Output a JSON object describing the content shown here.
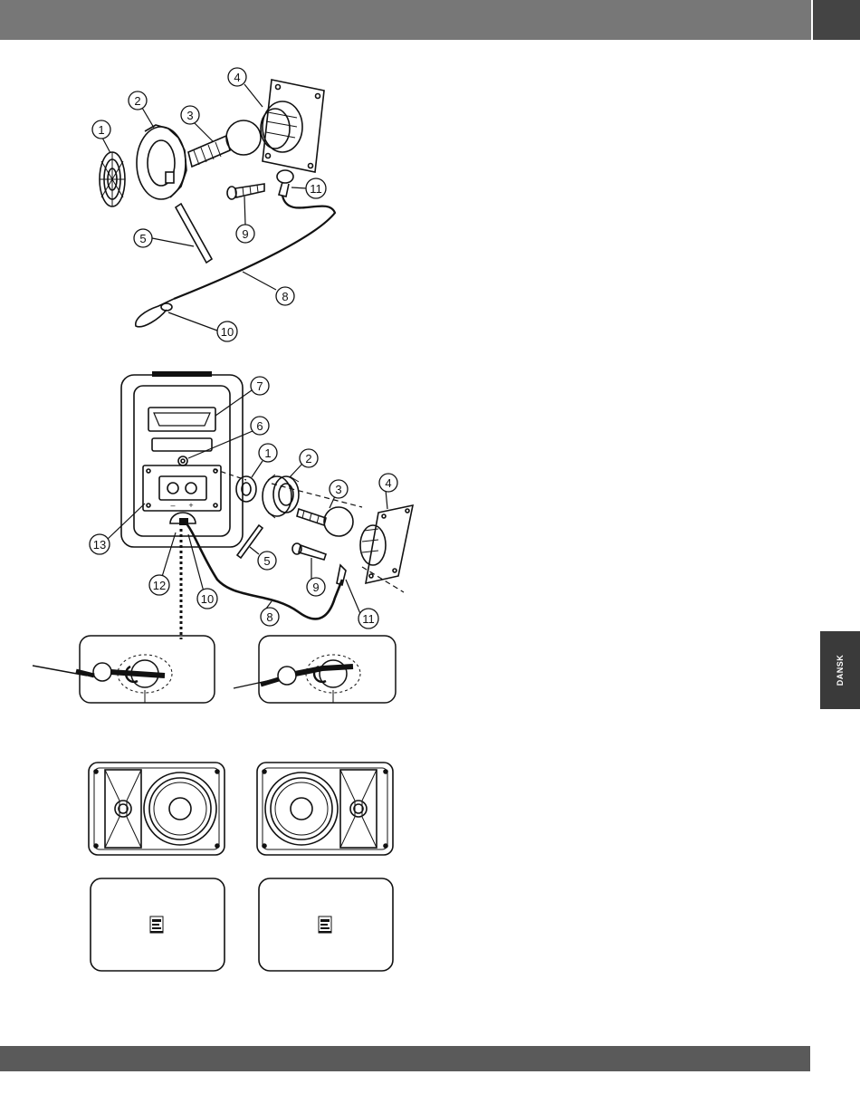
{
  "side_tab": {
    "label": "DANSK"
  },
  "callouts_top": [
    "1",
    "2",
    "3",
    "4",
    "5",
    "8",
    "9",
    "10",
    "11"
  ],
  "callouts_middle": [
    "1",
    "2",
    "3",
    "4",
    "5",
    "6",
    "7",
    "8",
    "9",
    "10",
    "11",
    "12",
    "13"
  ],
  "terminal_marks": {
    "minus": "–",
    "plus": "+"
  },
  "colors": {
    "top_bar": "#777777",
    "top_block": "#444444",
    "bottom_bar": "#5a5a5a",
    "side_tab": "#3a3a3a"
  }
}
